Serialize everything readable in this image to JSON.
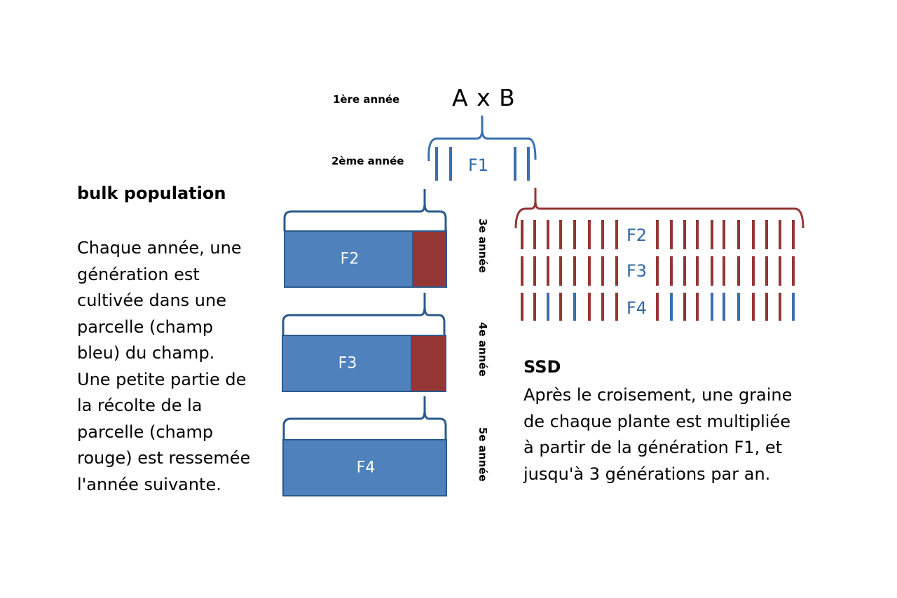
{
  "colors": {
    "blue": "#4f81bd",
    "blue_dark": "#2a5a8c",
    "blue_text": "#2e6aa8",
    "red": "#943634",
    "bracket_blue": "#3a6fb0",
    "bracket_red": "#943634"
  },
  "years": {
    "year1": "1ère année",
    "year2": "2ème année",
    "year3": "3e année",
    "year4": "4e année",
    "year5": "5e année"
  },
  "cross": "A x B",
  "f1_label": "F1",
  "bulk": {
    "heading": "bulk population",
    "description_lines": [
      "Chaque année, une",
      "génération est",
      "cultivée dans une",
      "parcelle (champ",
      "bleu) du champ.",
      "Une petite partie de",
      "la récolte de la",
      "parcelle (champ",
      "rouge) est ressemée",
      "l'année suivante."
    ],
    "plots": [
      {
        "label": "F2",
        "has_red_part": true
      },
      {
        "label": "F3",
        "has_red_part": true
      },
      {
        "label": "F4",
        "has_red_part": false
      }
    ]
  },
  "ssd": {
    "heading": "SSD",
    "description_lines": [
      "Après le croisement, une graine",
      "de chaque plante est multipliée",
      "à partir de la génération F1, et",
      "jusqu'à 3 générations par an."
    ],
    "rows": [
      {
        "label": "F2",
        "colors": [
          "R",
          "R",
          "R",
          "R",
          "R",
          "R",
          "R",
          "R",
          "R",
          "R",
          "R",
          "R",
          "R",
          "R",
          "R",
          "R",
          "R",
          "R",
          "R"
        ]
      },
      {
        "label": "F3",
        "colors": [
          "R",
          "R",
          "R",
          "R",
          "R",
          "R",
          "R",
          "R",
          "R",
          "R",
          "R",
          "R",
          "R",
          "R",
          "R",
          "R",
          "R",
          "R",
          "R"
        ]
      },
      {
        "label": "F4",
        "colors": [
          "R",
          "R",
          "B",
          "R",
          "B",
          "R",
          "R",
          "R",
          "R",
          "B",
          "R",
          "R",
          "B",
          "B",
          "B",
          "R",
          "R",
          "R",
          "B"
        ]
      }
    ]
  }
}
